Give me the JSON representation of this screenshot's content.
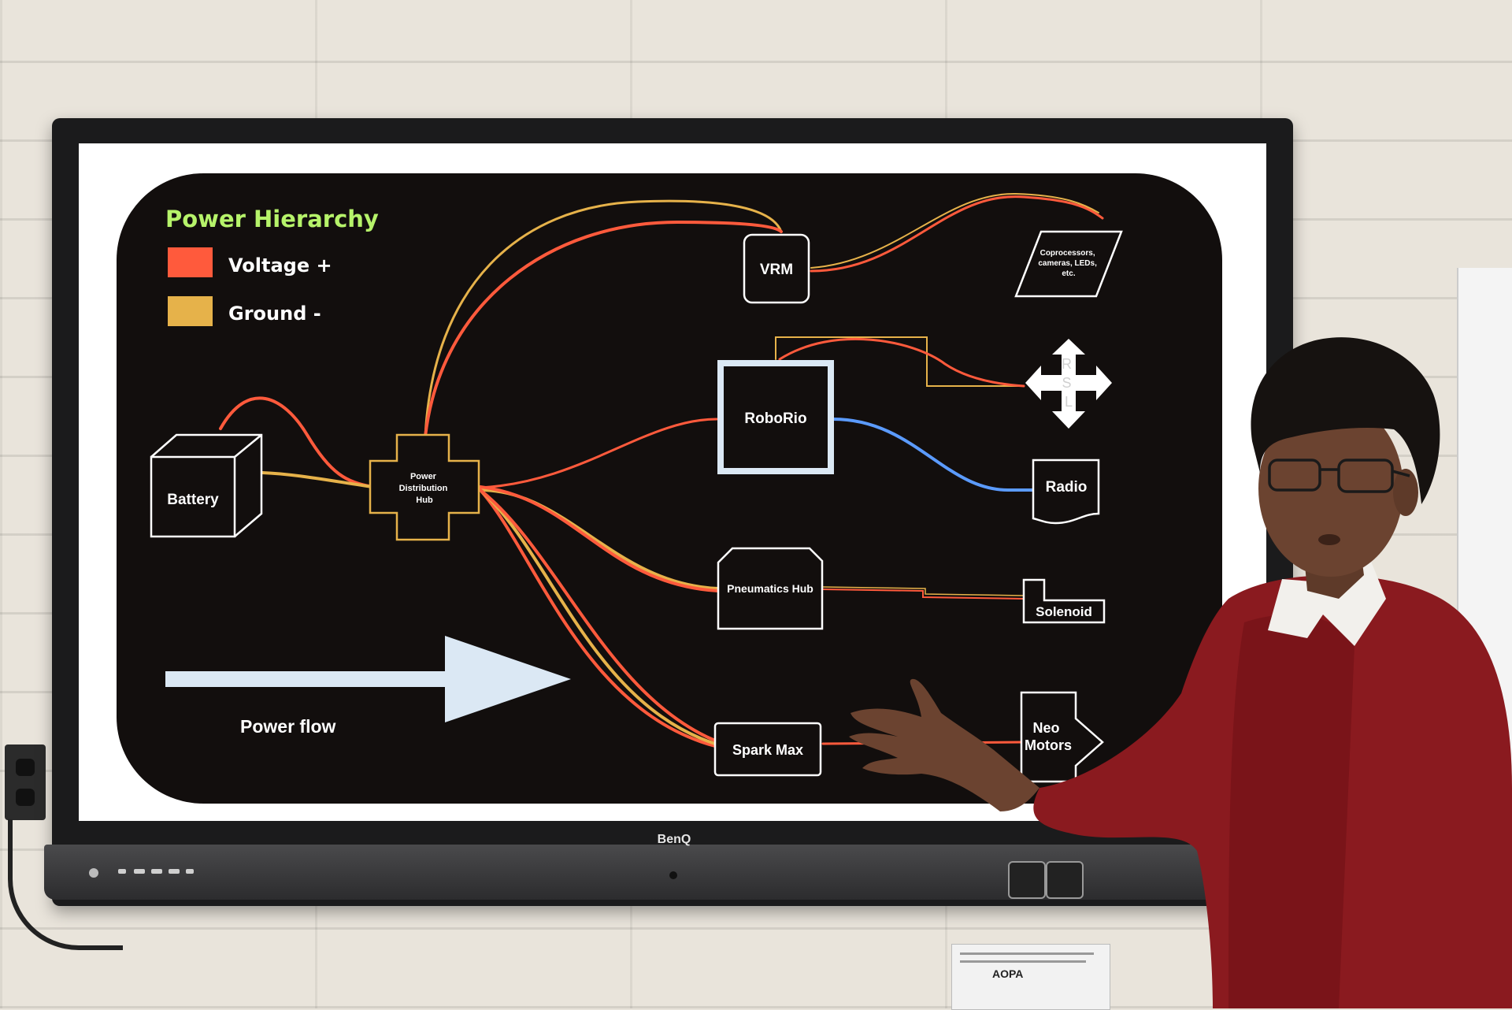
{
  "photo": {
    "subject": "student presenting a slide on an interactive display",
    "monitor_brand": "BenQ",
    "magazine_text": "AOPA"
  },
  "slide": {
    "title": "Power Hierarchy",
    "legend": [
      {
        "label": "Voltage +",
        "color": "#ff5a3c"
      },
      {
        "label": "Ground -",
        "color": "#e6b24a"
      }
    ],
    "flow_label": "Power flow",
    "nodes": {
      "battery": "Battery",
      "pdh": [
        "Power",
        "Distribution",
        "Hub"
      ],
      "vrm": "VRM",
      "coprocessors": [
        "Coprocessors,",
        "cameras, LEDs,",
        "etc."
      ],
      "roborio": "RoboRio",
      "rsl": [
        "R",
        "S",
        "L"
      ],
      "radio": "Radio",
      "pneumatics": "Pneumatics Hub",
      "solenoid": "Solenoid",
      "sparkmax": "Spark Max",
      "neo": [
        "Neo",
        "Motors"
      ]
    },
    "colors": {
      "background": "#120e0d",
      "title": "#b6f36a",
      "voltage": "#ff5a3c",
      "ground": "#e6b24a",
      "data": "#5b9bff",
      "arrow": "#dbe8f4",
      "node_stroke": "#ffffff",
      "pdh_stroke": "#e6b24a"
    }
  }
}
